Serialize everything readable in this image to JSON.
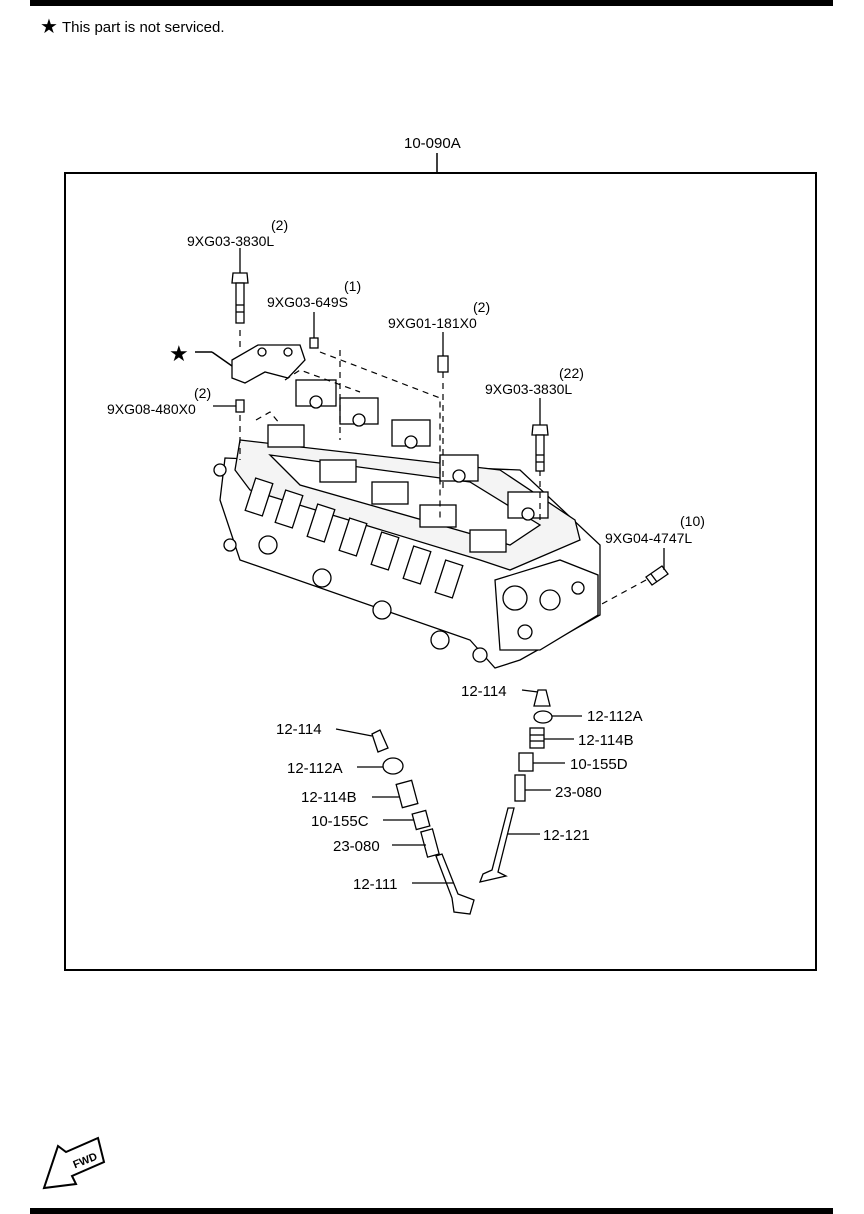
{
  "note": {
    "symbol": "★",
    "text": "This part is not serviced."
  },
  "assembly": "10-090A",
  "parts": {
    "bolt_left": {
      "qty": "(2)",
      "code": "9XG03-3830L"
    },
    "plug": {
      "qty": "(1)",
      "code": "9XG03-649S"
    },
    "dowel_center": {
      "qty": "(2)",
      "code": "9XG01-181X0"
    },
    "dowel_left": {
      "qty": "(2)",
      "code": "9XG08-480X0"
    },
    "bolt_main": {
      "qty": "(22)",
      "code": "9XG03-3830L"
    },
    "stud": {
      "qty": "(10)",
      "code": "9XG04-4747L"
    },
    "keeper_r": "12-114",
    "retainer_r": "12-112A",
    "spring_r": "12-114B",
    "seal_r": "10-155D",
    "guide_r": "23-080",
    "valve_r": "12-121",
    "keeper_l": "12-114",
    "retainer_l": "12-112A",
    "spring_l": "12-114B",
    "seal_l": "10-155C",
    "guide_l": "23-080",
    "valve_l": "12-111"
  },
  "star_marker": "★",
  "fwd": "FWD"
}
